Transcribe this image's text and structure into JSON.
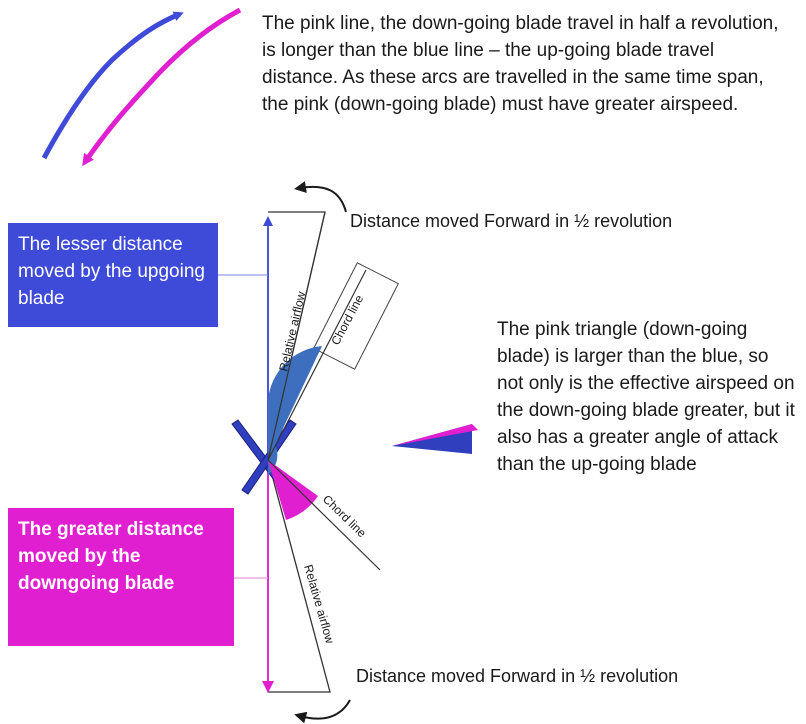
{
  "top_note": "The pink line, the down-going blade travel in half a revolution, is longer than the blue line – the up-going blade travel distance. As these arcs are travelled in the same time span, the pink (down-going blade) must have greater airspeed.",
  "right_note": "The pink triangle (down-going blade) is larger than the blue, so not only is the effective airspeed on the down-going blade greater, but it also has a greater angle of attack than the up-going blade",
  "blue_box": "The lesser distance moved by the upgoing blade",
  "pink_box": "The greater distance moved by the downgoing blade",
  "distance_top": "Distance moved Forward in ½ revolution",
  "distance_bottom": "Distance moved Forward in ½ revolution",
  "relative_airflow_upper": "Relative airflow",
  "relative_airflow_lower": "Relative airflow",
  "chord_line_upper": "Chord line",
  "chord_line_lower": "Chord line",
  "colors": {
    "blue": "#3e4ad8",
    "pink": "#e020d0",
    "dark": "#1a1a1a"
  }
}
